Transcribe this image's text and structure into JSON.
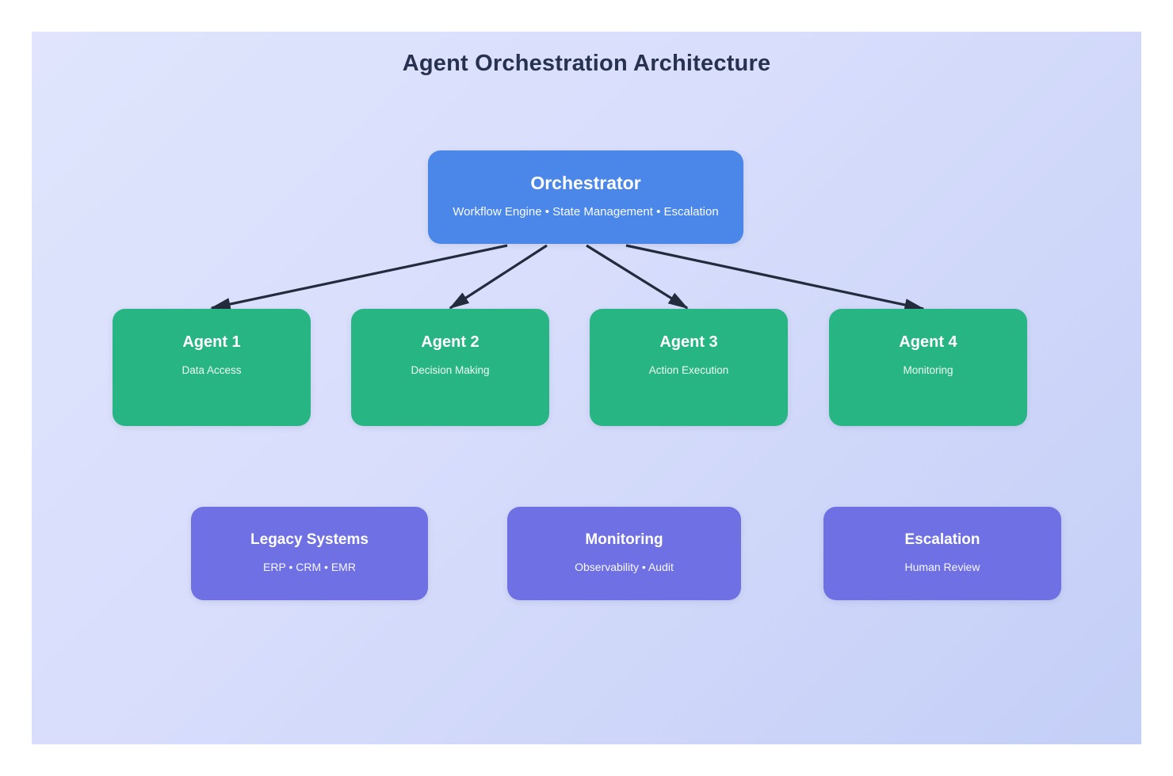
{
  "title": "Agent Orchestration Architecture",
  "orchestrator": {
    "id": "orchestrator",
    "title": "Orchestrator",
    "subtitle": "Workflow Engine • State Management • Escalation"
  },
  "agents": [
    {
      "id": "agent-1",
      "title": "Agent 1",
      "subtitle": "Data Access"
    },
    {
      "id": "agent-2",
      "title": "Agent 2",
      "subtitle": "Decision Making"
    },
    {
      "id": "agent-3",
      "title": "Agent 3",
      "subtitle": "Action Execution"
    },
    {
      "id": "agent-4",
      "title": "Agent 4",
      "subtitle": "Monitoring"
    }
  ],
  "subsystems": [
    {
      "id": "legacy-systems",
      "title": "Legacy Systems",
      "subtitle": "ERP • CRM • EMR"
    },
    {
      "id": "monitoring",
      "title": "Monitoring",
      "subtitle": "Observability • Audit"
    },
    {
      "id": "escalation",
      "title": "Escalation",
      "subtitle": "Human Review"
    }
  ],
  "connections": [
    {
      "from": "orchestrator",
      "to": "agent-1"
    },
    {
      "from": "orchestrator",
      "to": "agent-2"
    },
    {
      "from": "orchestrator",
      "to": "agent-3"
    },
    {
      "from": "orchestrator",
      "to": "agent-4"
    }
  ],
  "colors": {
    "orchestrator_fill": "#4a87e8",
    "agent_fill": "#27b583",
    "subsystem_fill": "#6e70e4",
    "arrow": "#222c3c",
    "title_text": "#263250",
    "node_text": "#ffffff",
    "canvas_gradient_start": "#e0e5fd",
    "canvas_gradient_end": "#c4cff7",
    "page_background": "#ffffff"
  }
}
